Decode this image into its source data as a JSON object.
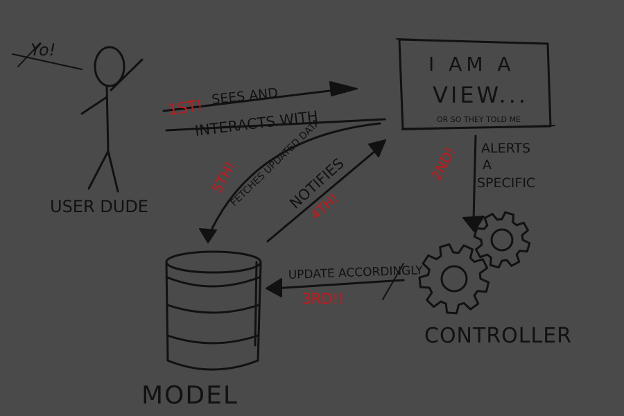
{
  "actor": {
    "greeting": "Yo!",
    "label": "USER DUDE"
  },
  "view": {
    "line1": "I AM A",
    "line2": "VIEW...",
    "aside": "OR SO THEY TOLD ME"
  },
  "controller": {
    "label": "CONTROLLER"
  },
  "model": {
    "label": "MODEL"
  },
  "steps": {
    "first": {
      "num": "1ST!",
      "text_a": "SEES AND",
      "text_b": "INTERACTS WITH"
    },
    "second": {
      "num": "2ND!",
      "text_a": "ALERTS",
      "text_b": "A",
      "text_c": "SPECIFIC"
    },
    "third": {
      "num": "3RD!!",
      "text": "UPDATE ACCORDINGLY"
    },
    "fourth": {
      "num": "4TH!",
      "text": "NOTIFIES"
    },
    "fifth": {
      "num": "5TH!",
      "text": "FETCHES UPDATED DATA"
    }
  },
  "colors": {
    "background": "#4a4a4a",
    "ink": "#111111",
    "accent": "#c8181a"
  }
}
